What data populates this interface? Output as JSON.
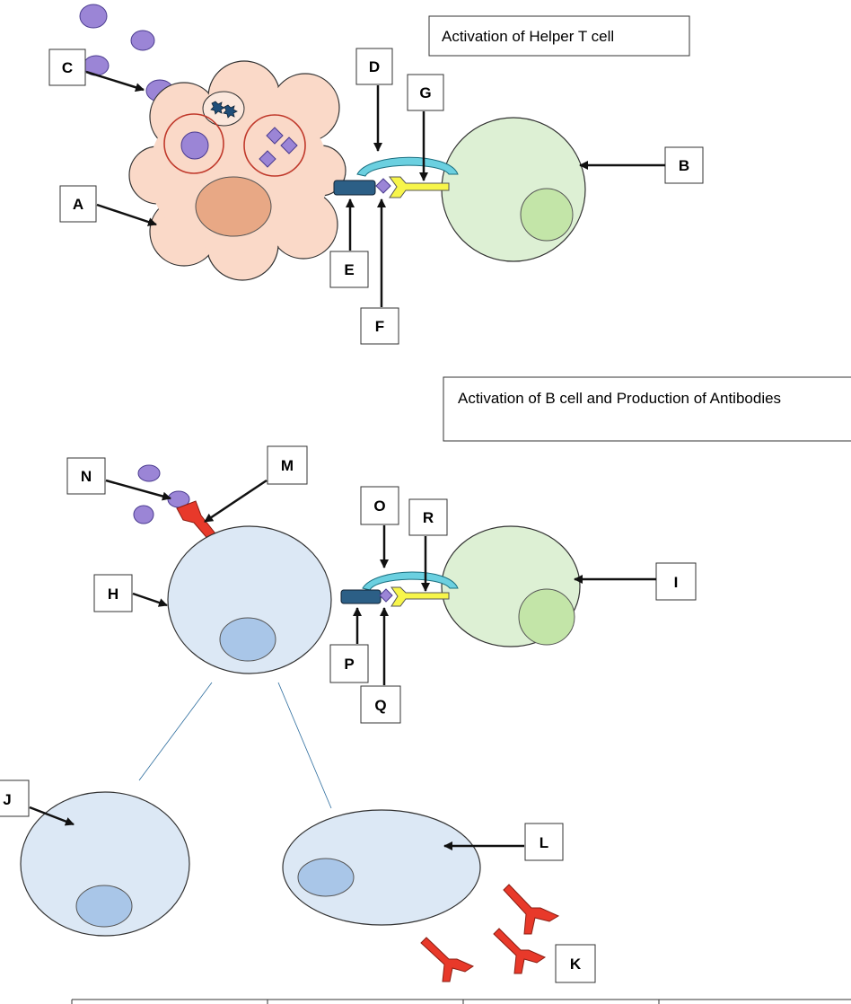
{
  "titles": {
    "helper_t": "Activation of Helper T cell",
    "b_cell": "Activation of B cell and Production of Antibodies"
  },
  "labels": {
    "A": "A",
    "B": "B",
    "C": "C",
    "D": "D",
    "E": "E",
    "F": "F",
    "G": "G",
    "H": "H",
    "I": "I",
    "J": "J",
    "K": "K",
    "L": "L",
    "M": "M",
    "N": "N",
    "O": "O",
    "P": "P",
    "Q": "Q",
    "R": "R"
  },
  "colors": {
    "antigen": "#9b85d6",
    "antigen_outline": "#4a3b8f",
    "macrophage": "#fad9c8",
    "macrophage_nucleus": "#e8a885",
    "vesicle_ring": "#c0392b",
    "t_cell": "#ddf0d4",
    "t_cell_nucleus": "#c3e5a8",
    "b_cell": "#dce8f5",
    "b_cell_nucleus": "#a9c6e8",
    "mhc": "#2c5f86",
    "cd4_arc": "#6bd0e0",
    "tcr": "#f7f54a",
    "antibody": "#e8392a",
    "divider": "#2d6d9e"
  },
  "icons": [
    "macrophage-cell-icon",
    "helper-t-cell-icon",
    "b-cell-icon",
    "antigen-icon",
    "mhc-receptor-icon",
    "tcr-receptor-icon",
    "antibody-icon"
  ]
}
